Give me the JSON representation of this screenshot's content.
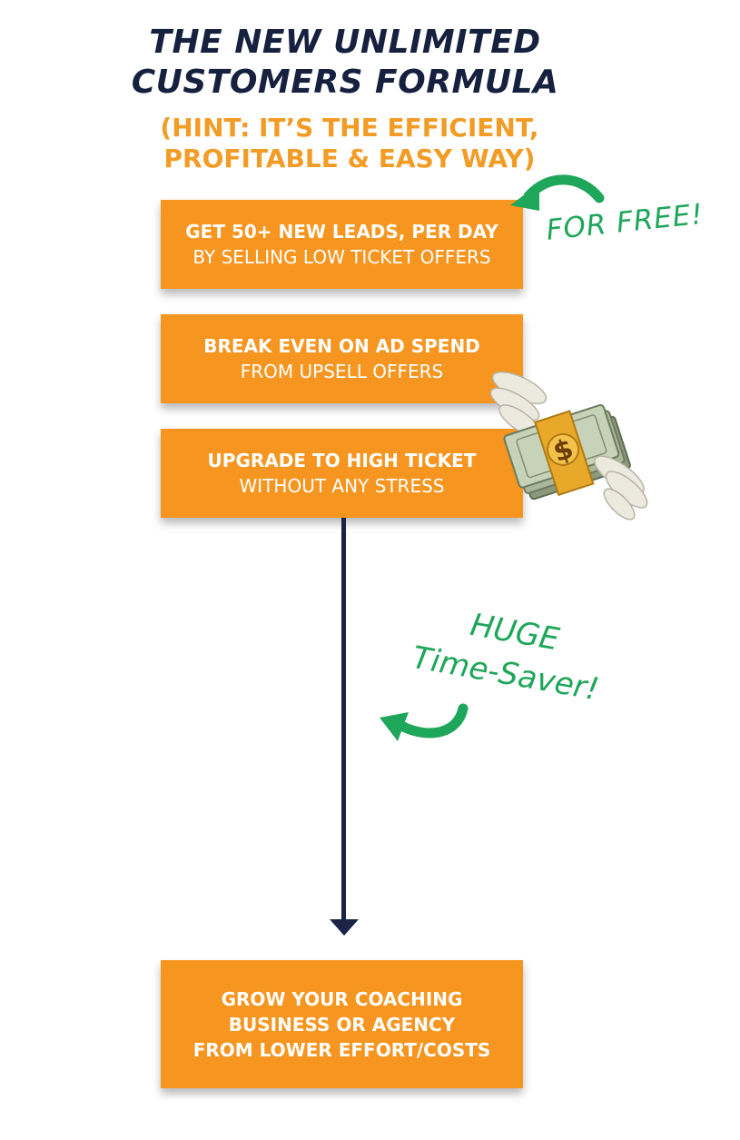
{
  "header": {
    "title_line1": "THE NEW UNLIMITED",
    "title_line2": "CUSTOMERS FORMULA",
    "hint_line1": "(HINT: IT’S THE  EFFICIENT,",
    "hint_line2": "PROFITABLE & EASY WAY)"
  },
  "steps": [
    {
      "bold": "GET 50+ NEW LEADS, PER DAY",
      "normal": "BY SELLING LOW TICKET OFFERS"
    },
    {
      "bold": "BREAK EVEN ON AD SPEND",
      "normal": "FROM UPSELL OFFERS"
    },
    {
      "bold": "UPGRADE TO HIGH TICKET",
      "normal": "WITHOUT ANY STRESS"
    }
  ],
  "result": {
    "line1": "GROW YOUR COACHING",
    "line2": "BUSINESS OR AGENCY",
    "line3": "FROM LOWER EFFORT/COSTS"
  },
  "annotations": {
    "for_free": "FOR FREE!",
    "huge": "HUGE",
    "time_saver": "Time-Saver!"
  },
  "icons": {
    "curved_arrow": "curved-arrow-icon",
    "money": "flying-money-icon"
  },
  "colors": {
    "navy": "#16213f",
    "orange": "#f6951f",
    "hint_orange": "#f29c26",
    "green": "#1ea65a"
  }
}
